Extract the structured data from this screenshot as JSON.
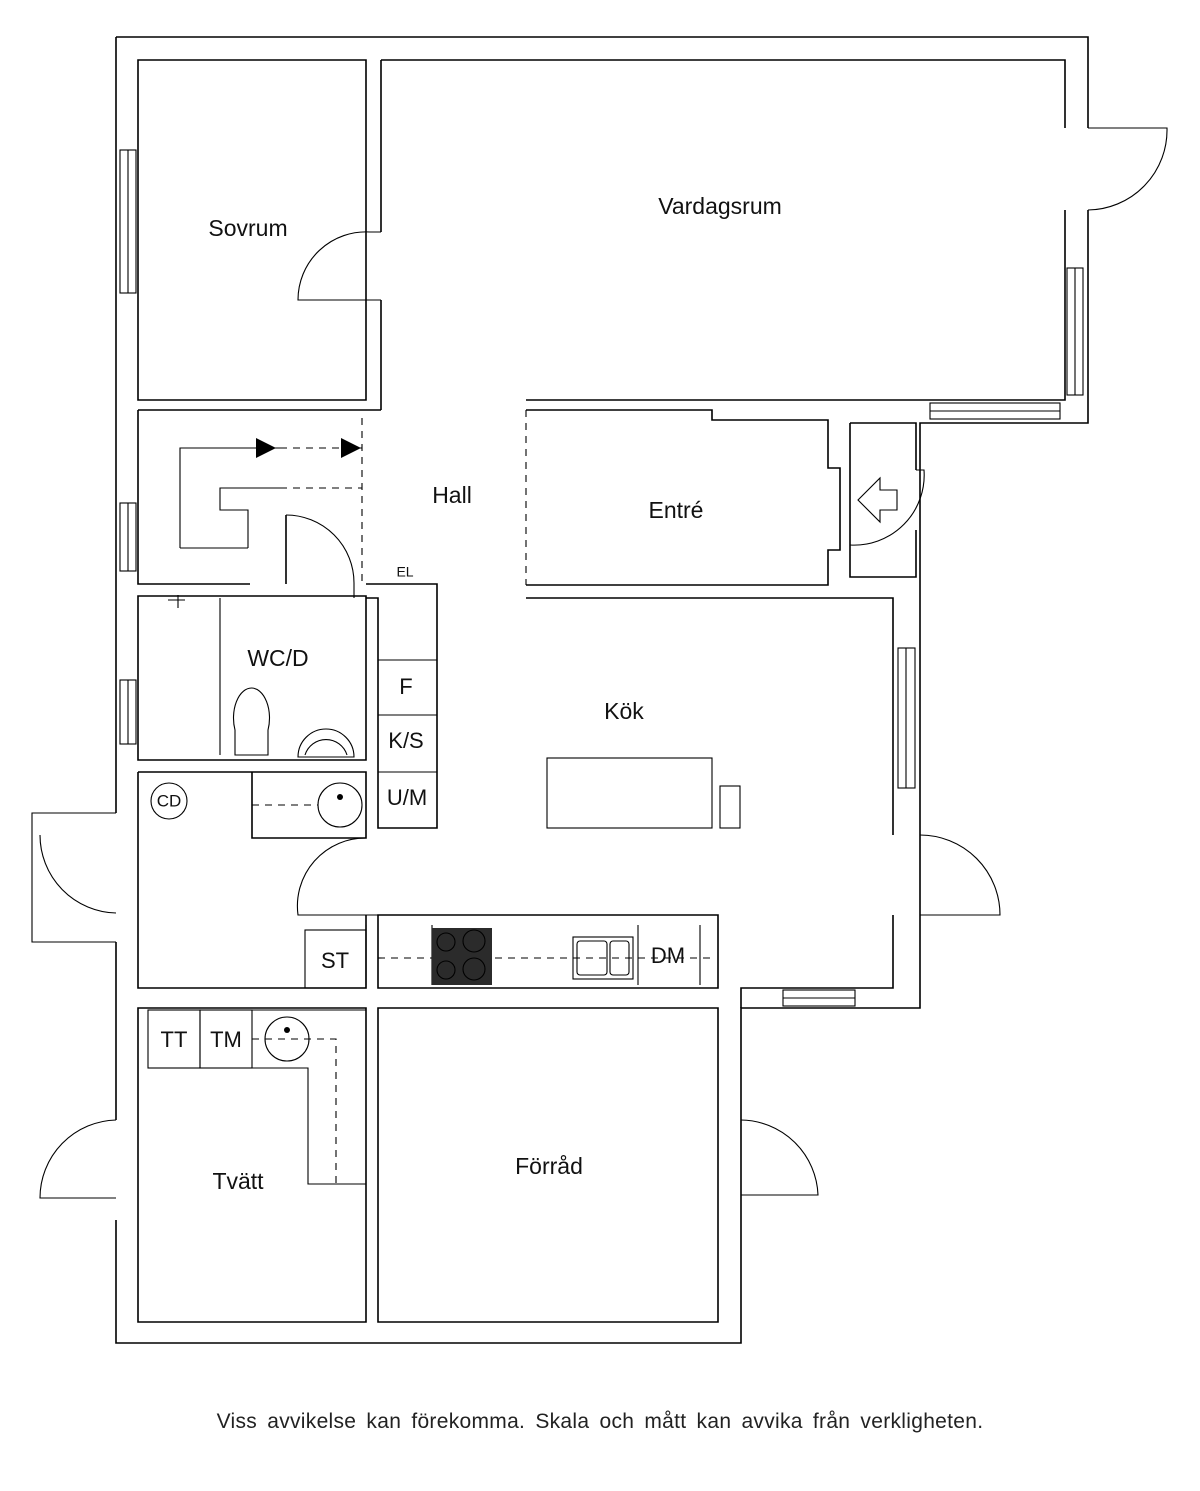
{
  "rooms": {
    "sovrum": "Sovrum",
    "vardagsrum": "Vardagsrum",
    "hall": "Hall",
    "entre": "Entré",
    "wc": "WC/D",
    "kok": "Kök",
    "tvatt": "Tvätt",
    "forrad": "Förråd"
  },
  "fixtures": {
    "el": "EL",
    "f": "F",
    "ks": "K/S",
    "um": "U/M",
    "cd": "CD",
    "st": "ST",
    "dm": "DM",
    "tt": "TT",
    "tm": "TM"
  },
  "disclaimer": "Viss avvikelse kan förekomma. Skala och mått kan avvika från verkligheten.",
  "colors": {
    "line": "#000000",
    "stove": "#2b2b2b",
    "background": "#ffffff"
  }
}
